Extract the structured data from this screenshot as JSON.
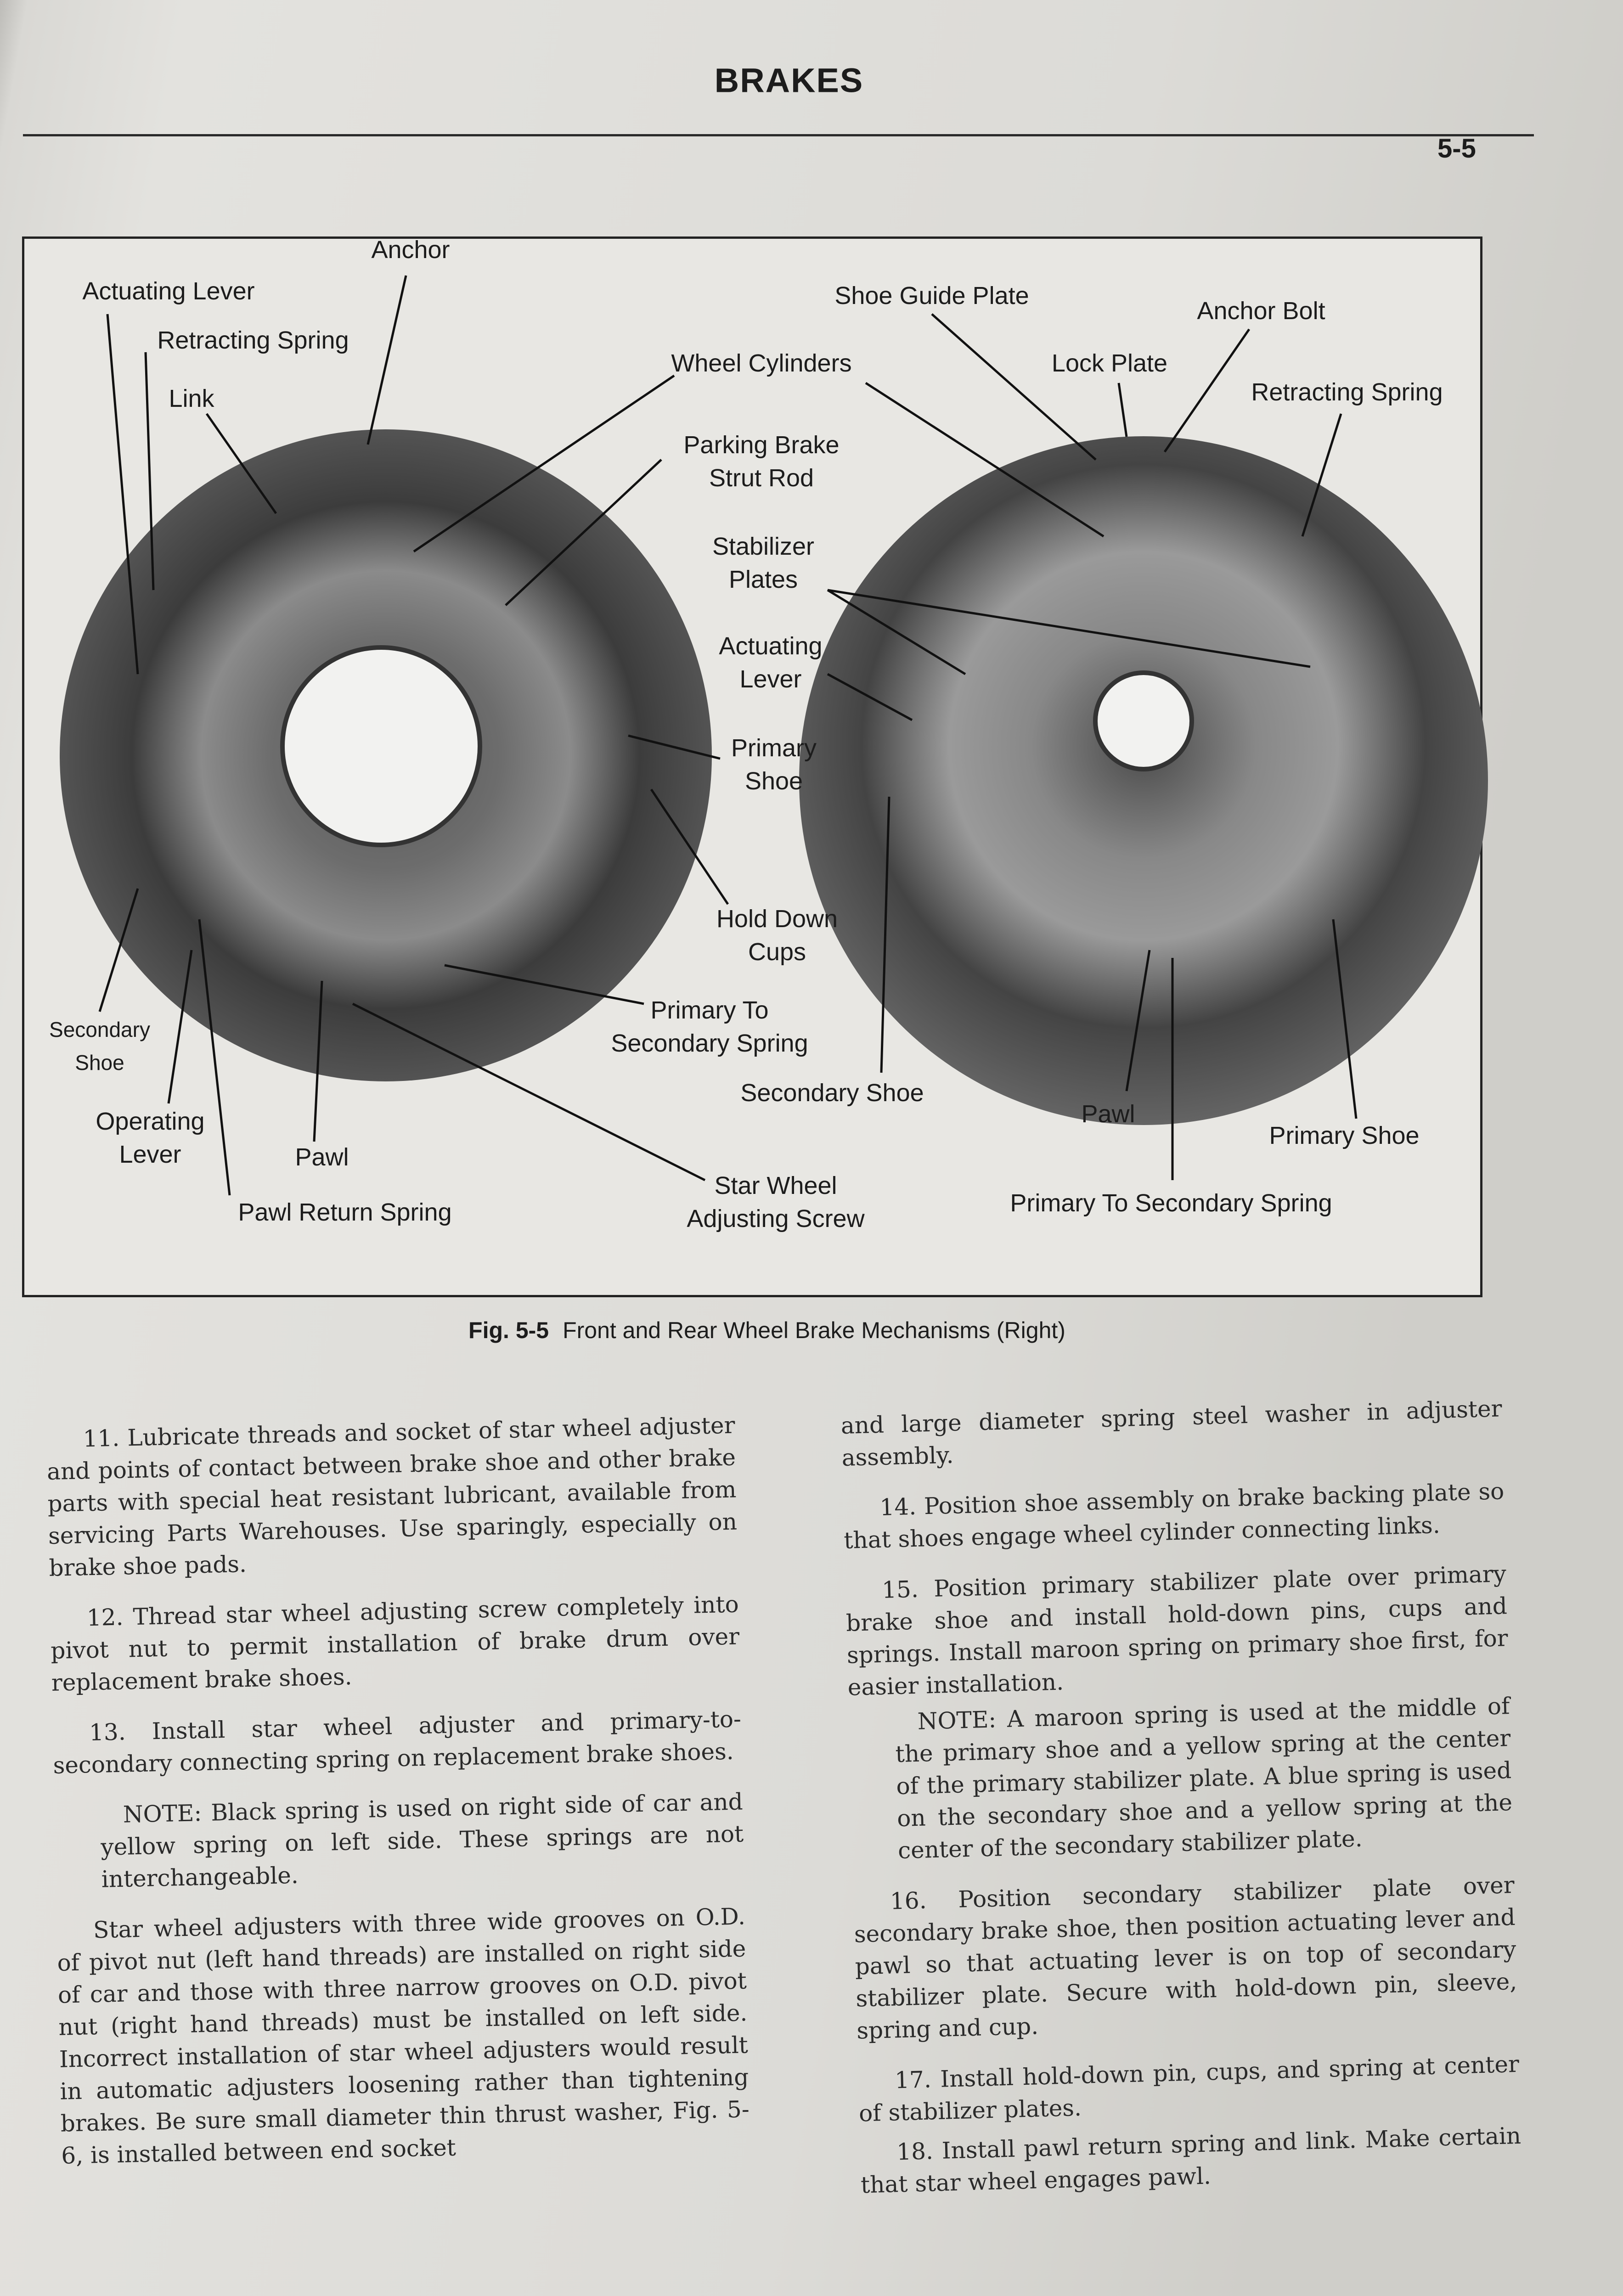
{
  "header": {
    "title": "BRAKES",
    "page_number": "5-5"
  },
  "figure": {
    "caption_number": "Fig. 5-5",
    "caption_text": "Front and Rear Wheel Brake Mechanisms (Right)",
    "labels": {
      "anchor": "Anchor",
      "actuating_lever_left": "Actuating Lever",
      "retracting_spring_left": "Retracting Spring",
      "link": "Link",
      "wheel_cylinders": "Wheel Cylinders",
      "parking_brake_strut_rod": [
        "Parking Brake",
        "Strut Rod"
      ],
      "stabilizer_plates": [
        "Stabilizer",
        "Plates"
      ],
      "actuating_lever_center": [
        "Actuating",
        "Lever"
      ],
      "primary_shoe_center": [
        "Primary",
        "Shoe"
      ],
      "hold_down_cups": [
        "Hold Down",
        "Cups"
      ],
      "primary_to_secondary_spring_left": [
        "Primary To",
        "Secondary Spring"
      ],
      "secondary_shoe_left": [
        "Secondary",
        "Shoe"
      ],
      "operating_lever": [
        "Operating",
        "Lever"
      ],
      "pawl_left": "Pawl",
      "pawl_return_spring": "Pawl Return Spring",
      "star_wheel_adjusting_screw": [
        "Star Wheel",
        "Adjusting Screw"
      ],
      "secondary_shoe_right": "Secondary Shoe",
      "shoe_guide_plate": "Shoe Guide Plate",
      "anchor_bolt": "Anchor Bolt",
      "lock_plate": "Lock Plate",
      "retracting_spring_right": "Retracting Spring",
      "pawl_right": "Pawl",
      "primary_shoe_right": "Primary Shoe",
      "primary_to_secondary_spring_right": "Primary To Secondary Spring"
    }
  },
  "left_column": [
    "11. Lubricate threads and socket of star wheel adjuster and points of contact between brake shoe and other brake parts with special heat resistant lubricant, available from servicing Parts Warehouses. Use sparingly, especially on brake shoe pads.",
    "12. Thread star wheel adjusting screw completely into pivot nut to permit installation of brake drum over replacement brake shoes.",
    "13. Install star wheel adjuster and primary-to-secondary connecting spring on replacement brake shoes.",
    "NOTE:  Black spring is used on right side of car and yellow spring on left side. These springs are not interchangeable.",
    "Star wheel adjusters with three wide grooves on O.D. of pivot nut (left hand threads) are installed on right side of car and those with three narrow grooves on O.D. pivot nut (right hand threads) must be installed on left side. Incorrect installation of star wheel adjusters would result in automatic adjusters loosening rather than tightening brakes. Be sure small diameter thin thrust washer, Fig. 5-6, is installed between end socket"
  ],
  "right_column": [
    "and large diameter spring steel washer in adjuster assembly.",
    "14. Position shoe assembly on brake backing plate so that shoes engage wheel cylinder connecting links.",
    "15. Position primary stabilizer plate over primary brake shoe and install hold-down pins, cups and springs. Install maroon spring on primary shoe first, for easier installation.",
    "NOTE:  A maroon spring is used at the middle of the primary shoe and a yellow spring at the center of the primary stabilizer plate. A blue spring is used on the secondary shoe and a yellow spring at the center of the secondary stabilizer plate.",
    "16. Position secondary stabilizer plate over secondary brake shoe, then position actuating lever and pawl so that actuating lever is on top of secondary stabilizer plate. Secure with hold-down pin, sleeve, spring and cup.",
    "17. Install hold-down pin, cups, and spring at center of stabilizer plates.",
    "18. Install pawl return spring and link. Make certain that star wheel engages pawl."
  ]
}
